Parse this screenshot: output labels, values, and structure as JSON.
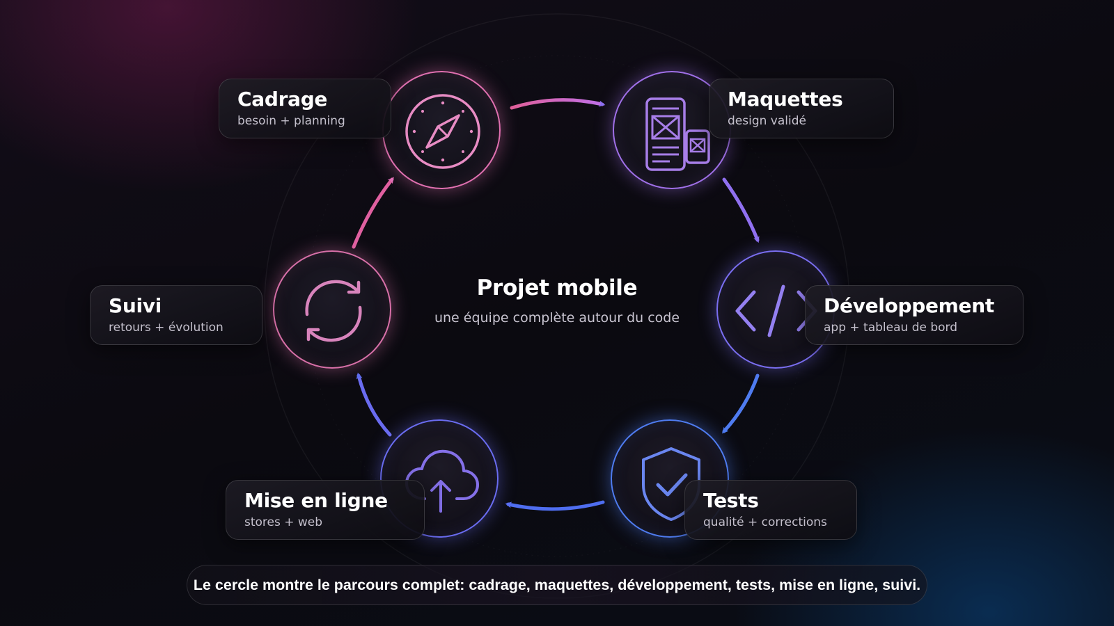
{
  "center": {
    "title": "Projet mobile",
    "subtitle": "une équipe complète autour du code"
  },
  "steps": [
    {
      "id": "cadrage",
      "title": "Cadrage",
      "subtitle": "besoin + planning",
      "icon": "compass-icon",
      "color": "#e878b8"
    },
    {
      "id": "maquettes",
      "title": "Maquettes",
      "subtitle": "design validé",
      "icon": "wireframe-mockup-icon",
      "color": "#a877e8"
    },
    {
      "id": "developpement",
      "title": "Développement",
      "subtitle": "app + tableau de bord",
      "icon": "code-brackets-icon",
      "color": "#8a78f0"
    },
    {
      "id": "tests",
      "title": "Tests",
      "subtitle": "qualité + corrections",
      "icon": "shield-check-icon",
      "color": "#5a7cf0"
    },
    {
      "id": "mise-en-ligne",
      "title": "Mise en ligne",
      "subtitle": "stores + web",
      "icon": "cloud-upload-icon",
      "color": "#7e70e8"
    },
    {
      "id": "suivi",
      "title": "Suivi",
      "subtitle": "retours + évolution",
      "icon": "refresh-cycle-icon",
      "color": "#d870a8"
    }
  ],
  "caption": "Le cercle montre le parcours complet: cadrage, maquettes, développement, tests, mise en ligne, suivi.",
  "colors": {
    "background": "#0b0a10",
    "pink": "#e070b0",
    "purple": "#a070e8",
    "blue": "#4f7cf0"
  }
}
